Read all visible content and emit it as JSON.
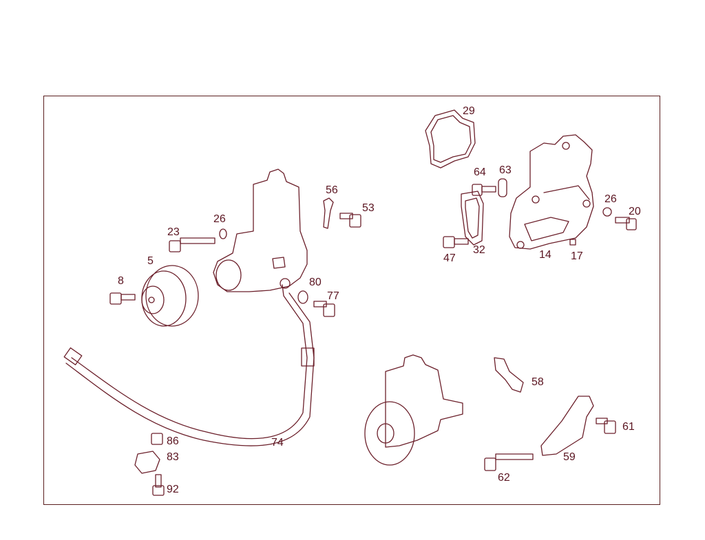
{
  "diagram": {
    "accent_color": "#6b1f2a",
    "callouts": [
      {
        "id": "c29",
        "text": "29"
      },
      {
        "id": "c64",
        "text": "64"
      },
      {
        "id": "c63",
        "text": "63"
      },
      {
        "id": "c56",
        "text": "56"
      },
      {
        "id": "c53",
        "text": "53"
      },
      {
        "id": "c26a",
        "text": "26"
      },
      {
        "id": "c23",
        "text": "23"
      },
      {
        "id": "c5",
        "text": "5"
      },
      {
        "id": "c8",
        "text": "8"
      },
      {
        "id": "c80",
        "text": "80"
      },
      {
        "id": "c77",
        "text": "77"
      },
      {
        "id": "c26b",
        "text": "26"
      },
      {
        "id": "c20",
        "text": "20"
      },
      {
        "id": "c32",
        "text": "32"
      },
      {
        "id": "c47",
        "text": "47"
      },
      {
        "id": "c14",
        "text": "14"
      },
      {
        "id": "c17",
        "text": "17"
      },
      {
        "id": "c58",
        "text": "58"
      },
      {
        "id": "c74",
        "text": "74"
      },
      {
        "id": "c86",
        "text": "86"
      },
      {
        "id": "c83",
        "text": "83"
      },
      {
        "id": "c92",
        "text": "92"
      },
      {
        "id": "c61",
        "text": "61"
      },
      {
        "id": "c59",
        "text": "59"
      },
      {
        "id": "c62",
        "text": "62"
      }
    ]
  }
}
